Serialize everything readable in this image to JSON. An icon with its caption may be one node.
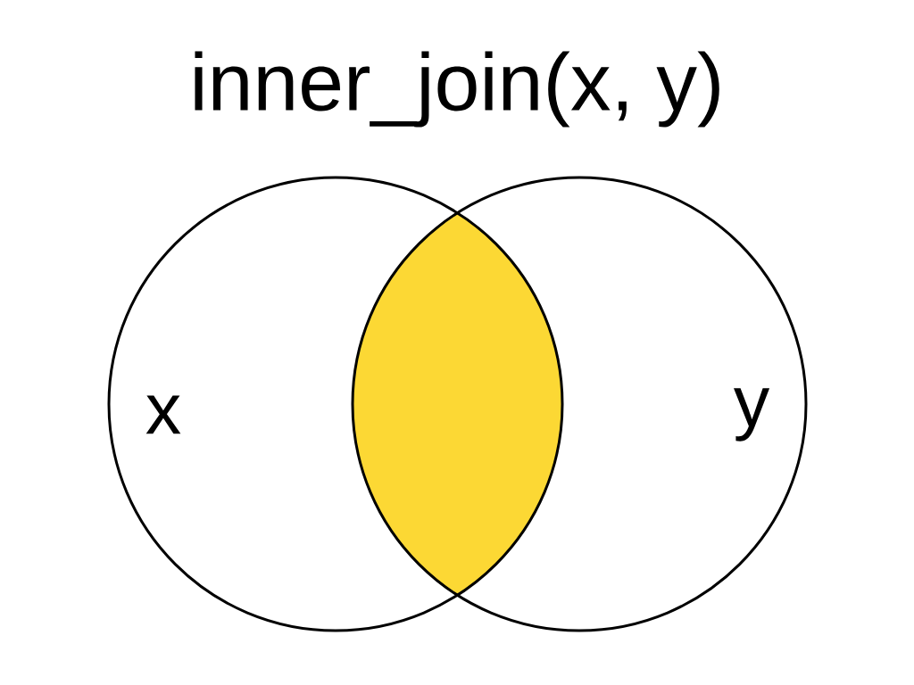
{
  "diagram": {
    "title": "inner_join(x, y)",
    "nodes": [
      {
        "text": [
          "x"
        ]
      },
      {
        "text": [
          "y"
        ]
      },
      {
        "text": [],
        "shape": "lens"
      }
    ]
  }
}
